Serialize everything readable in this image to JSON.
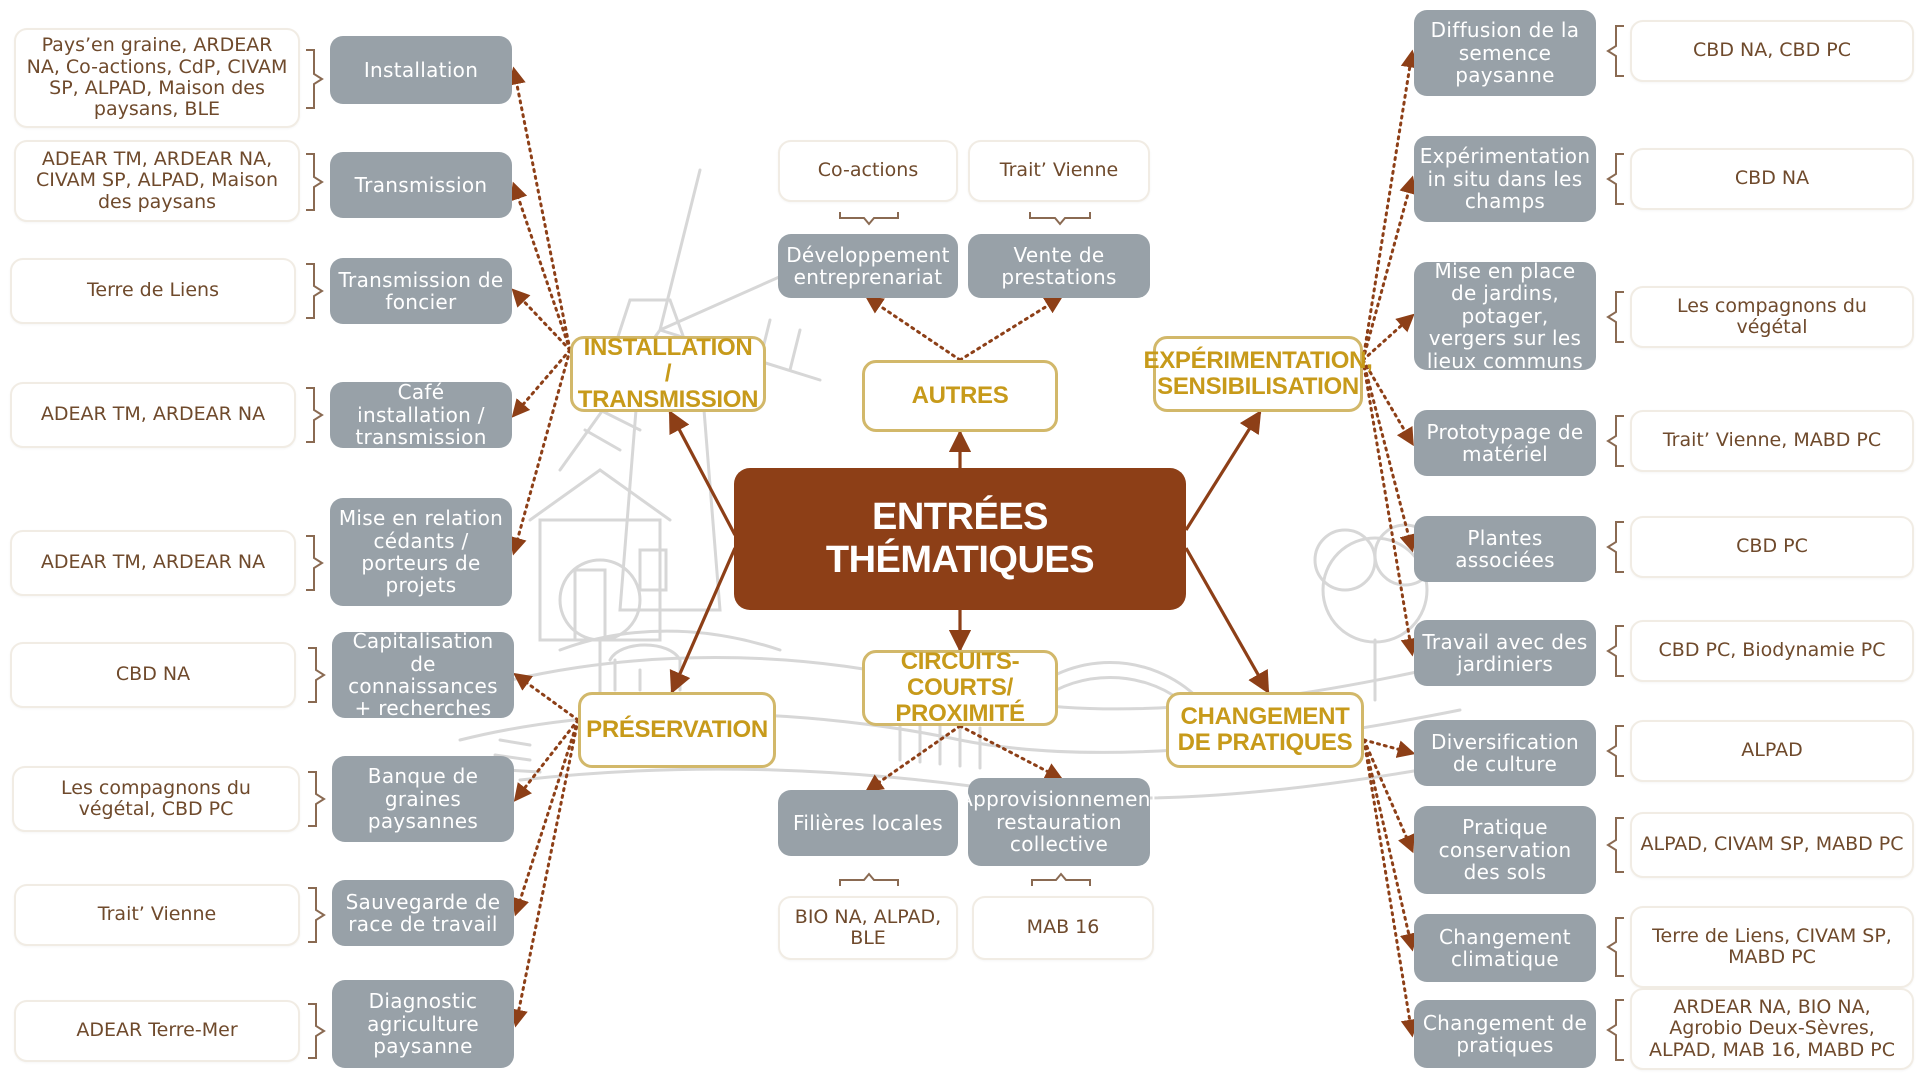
{
  "center": "ENTRÉES THÉMATIQUES",
  "themes": {
    "installation": "INSTALLATION / TRANSMISSION",
    "autres": "AUTRES",
    "experimentation": "EXPÉRIMENTATION, SENSIBILISATION",
    "preservation": "PRÉSERVATION",
    "circuits": "CIRCUITS-COURTS/ PROXIMITÉ",
    "changement": "CHANGEMENT DE PRATIQUES"
  },
  "installation": [
    {
      "sub": "Installation",
      "org": "Pays’en graine, ARDEAR NA, Co-actions, CdP, CIVAM SP, ALPAD, Maison des paysans, BLE"
    },
    {
      "sub": "Transmission",
      "org": "ADEAR TM, ARDEAR NA, CIVAM SP, ALPAD, Maison des paysans"
    },
    {
      "sub": "Transmission de foncier",
      "org": "Terre de Liens"
    },
    {
      "sub": "Café installation / transmission",
      "org": "ADEAR TM, ARDEAR NA"
    },
    {
      "sub": "Mise en relation cédants / porteurs de projets",
      "org": "ADEAR TM, ARDEAR NA"
    }
  ],
  "preservation": [
    {
      "sub": "Capitalisation de connaissances + recherches",
      "org": "CBD NA"
    },
    {
      "sub": "Banque de graines paysannes",
      "org": "Les compagnons du végétal, CBD PC"
    },
    {
      "sub": "Sauvegarde de race de travail",
      "org": "Trait’ Vienne"
    },
    {
      "sub": "Diagnostic agriculture paysanne",
      "org": "ADEAR Terre-Mer"
    }
  ],
  "autres": [
    {
      "sub": "Développement entreprenariat",
      "org": "Co-actions"
    },
    {
      "sub": "Vente de prestations",
      "org": "Trait’ Vienne"
    }
  ],
  "circuits": [
    {
      "sub": "Filières locales",
      "org": "BIO NA, ALPAD, BLE"
    },
    {
      "sub": "Approvisionnement restauration collective",
      "org": "MAB 16"
    }
  ],
  "experimentation": [
    {
      "sub": "Diffusion de la semence paysanne",
      "org": "CBD NA, CBD PC"
    },
    {
      "sub": "Expérimentation in situ dans les champs",
      "org": "CBD NA"
    },
    {
      "sub": "Mise en place de jardins, potager, vergers sur les lieux communs",
      "org": "Les compagnons du végétal"
    },
    {
      "sub": "Prototypage de matériel",
      "org": "Trait’ Vienne, MABD PC"
    },
    {
      "sub": "Plantes associées",
      "org": "CBD PC"
    },
    {
      "sub": "Travail avec des jardiniers",
      "org": "CBD PC, Biodynamie PC"
    }
  ],
  "changement": [
    {
      "sub": "Diversification de culture",
      "org": "ALPAD"
    },
    {
      "sub": "Pratique conservation des sols",
      "org": "ALPAD, CIVAM SP, MABD PC"
    },
    {
      "sub": "Changement climatique",
      "org": "Terre de Liens, CIVAM SP, MABD PC"
    },
    {
      "sub": "Changement de pratiques",
      "org": "ARDEAR NA, BIO NA, Agrobio Deux-Sèvres, ALPAD, MAB 16, MABD PC"
    }
  ],
  "colors": {
    "center": "#8d3f17",
    "theme_border": "#d2b86a",
    "theme_text": "#c79a1a",
    "sub_fill": "#98a1a8",
    "org_text": "#6f4a2c",
    "connector": "#8d3f17"
  }
}
